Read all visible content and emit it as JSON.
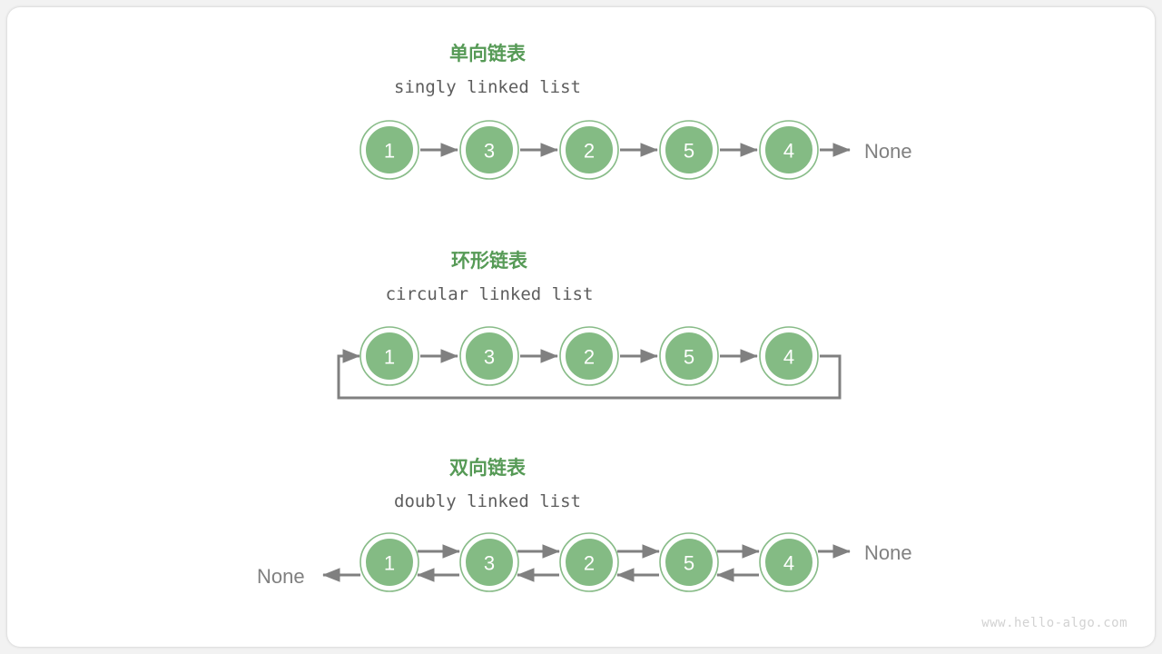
{
  "colors": {
    "node_fill": "#84bb84",
    "node_ring": "#87bb87",
    "node_text": "#ffffff",
    "title_cn": "#569a56",
    "title_en": "#5d5d5d",
    "arrow": "#808080",
    "none_text": "#808080",
    "card_bg": "#ffffff",
    "page_bg": "#f2f2f2",
    "watermark": "#d2d2d2"
  },
  "watermark": "www.hello-algo.com",
  "sections": [
    {
      "id": "singly",
      "title_cn": "单向链表",
      "title_en": "singly linked list",
      "nodes": [
        "1",
        "3",
        "2",
        "5",
        "4"
      ],
      "tail_none": "None",
      "head_none": null
    },
    {
      "id": "circular",
      "title_cn": "环形链表",
      "title_en": "circular linked list",
      "nodes": [
        "1",
        "3",
        "2",
        "5",
        "4"
      ],
      "tail_none": null,
      "head_none": null
    },
    {
      "id": "doubly",
      "title_cn": "双向链表",
      "title_en": "doubly linked list",
      "nodes": [
        "1",
        "3",
        "2",
        "5",
        "4"
      ],
      "tail_none": "None",
      "head_none": "None"
    }
  ]
}
